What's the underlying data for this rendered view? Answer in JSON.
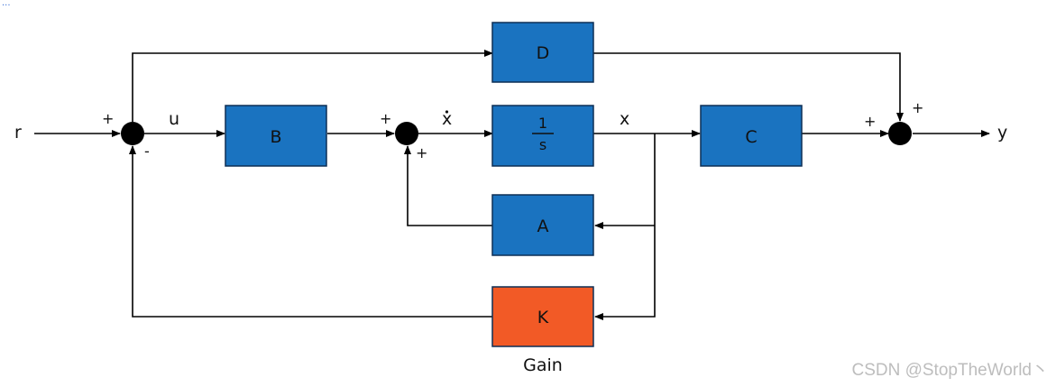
{
  "colors": {
    "block_fill": "#1a73c0",
    "gain_fill": "#f25a26",
    "block_stroke": "#0d2f55",
    "wire": "#000000"
  },
  "corner_text": "...",
  "blocks": {
    "d": "D",
    "b": "B",
    "integrator_num": "1",
    "integrator_den": "s",
    "c": "C",
    "a": "A",
    "k": "K"
  },
  "gain_caption": "Gain",
  "signals": {
    "r": "r",
    "u": "u",
    "xdot": "x",
    "x": "x",
    "y": "y"
  },
  "signs": {
    "sum1_plus": "+",
    "sum1_minus": "-",
    "sum2_left": "+",
    "sum2_bottom": "+",
    "sum3_left": "+",
    "sum3_top": "+"
  },
  "watermark": "CSDN @StopTheWorld丶"
}
